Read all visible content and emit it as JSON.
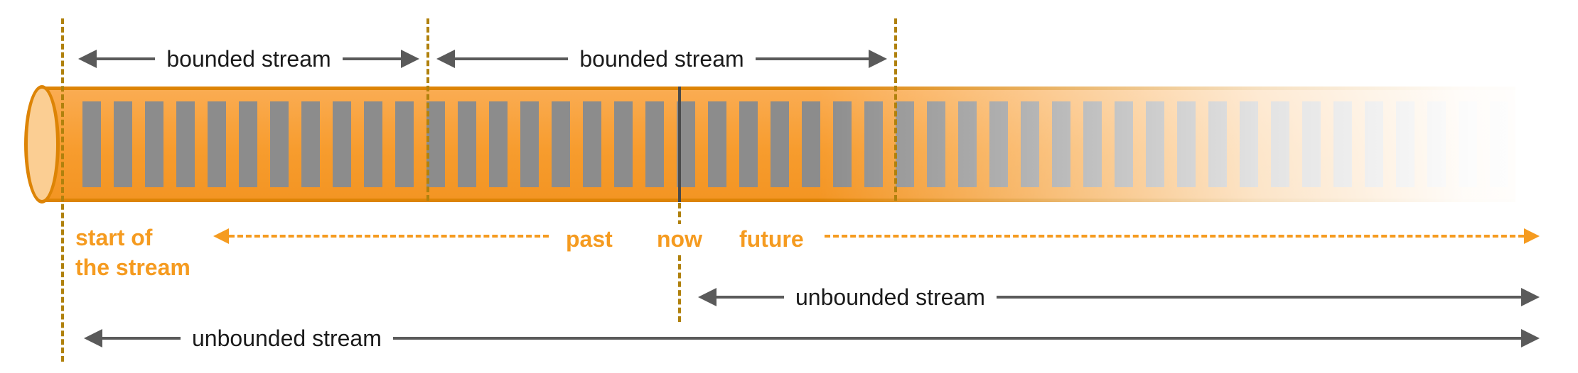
{
  "diagram": {
    "title": "bounded vs unbounded stream timeline",
    "labels": {
      "bounded_stream_1": "bounded stream",
      "bounded_stream_2": "bounded stream",
      "start_of_the_stream_line1": "start of",
      "start_of_the_stream_line2": "the stream",
      "past": "past",
      "now": "now",
      "future": "future",
      "unbounded_stream_right": "unbounded stream",
      "unbounded_stream_bottom": "unbounded stream"
    },
    "colors": {
      "tube_orange": "#F79C2E",
      "tube_border_orange": "#DD8406",
      "tube_cap_light_orange": "#FBCE93",
      "event_bar_gray": "#8C8C8C",
      "arrow_gray": "#5A5A5A",
      "dashed_guide_brown": "#B0810D",
      "orange_text_and_arrows": "#F59B20",
      "black_text": "#1B1B1B",
      "background": "#FFFFFF"
    }
  }
}
